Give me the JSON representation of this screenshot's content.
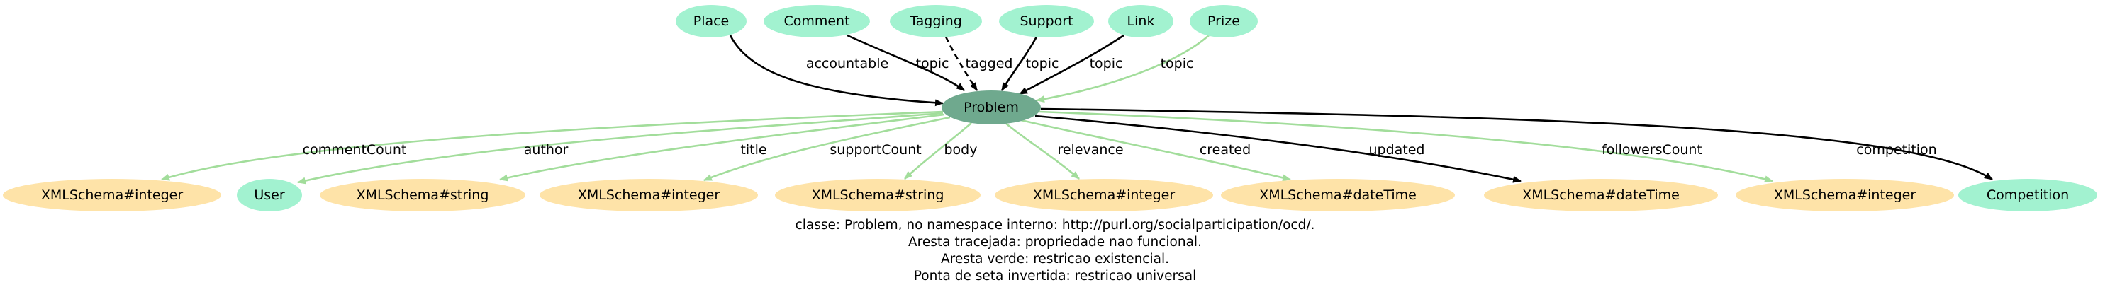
{
  "colors": {
    "upper_node": "#a2f2d0",
    "center_node": "#6fa98e",
    "literal_node": "#fee3a8",
    "class_node": "#a2f2d0",
    "edge_functional": "#000000",
    "edge_existential": "#a2dd9b"
  },
  "center": {
    "label": "Problem"
  },
  "upper_nodes": [
    {
      "label": "Place",
      "edge_label": "accountable",
      "edge_style": "solid-black"
    },
    {
      "label": "Comment",
      "edge_label": "topic",
      "edge_style": "solid-black"
    },
    {
      "label": "Tagging",
      "edge_label": "tagged",
      "edge_style": "dashed-black"
    },
    {
      "label": "Support",
      "edge_label": "topic",
      "edge_style": "solid-black"
    },
    {
      "label": "Link",
      "edge_label": "topic",
      "edge_style": "solid-black"
    },
    {
      "label": "Prize",
      "edge_label": "topic",
      "edge_style": "solid-green"
    }
  ],
  "lower_nodes": [
    {
      "label": "XMLSchema#integer",
      "edge_label": "commentCount",
      "kind": "literal",
      "edge_style": "solid-green"
    },
    {
      "label": "User",
      "edge_label": "author",
      "kind": "class",
      "edge_style": "solid-green"
    },
    {
      "label": "XMLSchema#string",
      "edge_label": "title",
      "kind": "literal",
      "edge_style": "solid-green"
    },
    {
      "label": "XMLSchema#integer",
      "edge_label": "supportCount",
      "kind": "literal",
      "edge_style": "solid-green"
    },
    {
      "label": "XMLSchema#string",
      "edge_label": "body",
      "kind": "literal",
      "edge_style": "solid-green"
    },
    {
      "label": "XMLSchema#integer",
      "edge_label": "relevance",
      "kind": "literal",
      "edge_style": "solid-green"
    },
    {
      "label": "XMLSchema#dateTime",
      "edge_label": "created",
      "kind": "literal",
      "edge_style": "solid-green"
    },
    {
      "label": "XMLSchema#dateTime",
      "edge_label": "updated",
      "kind": "literal",
      "edge_style": "solid-black"
    },
    {
      "label": "XMLSchema#integer",
      "edge_label": "followersCount",
      "kind": "literal",
      "edge_style": "solid-green"
    },
    {
      "label": "Competition",
      "edge_label": "competition",
      "kind": "class",
      "edge_style": "solid-black"
    }
  ],
  "caption": [
    "classe: Problem, no namespace interno: http://purl.org/socialparticipation/ocd/.",
    "Aresta tracejada: propriedade nao funcional.",
    "Aresta verde: restricao existencial.",
    "Ponta de seta invertida: restricao universal"
  ]
}
